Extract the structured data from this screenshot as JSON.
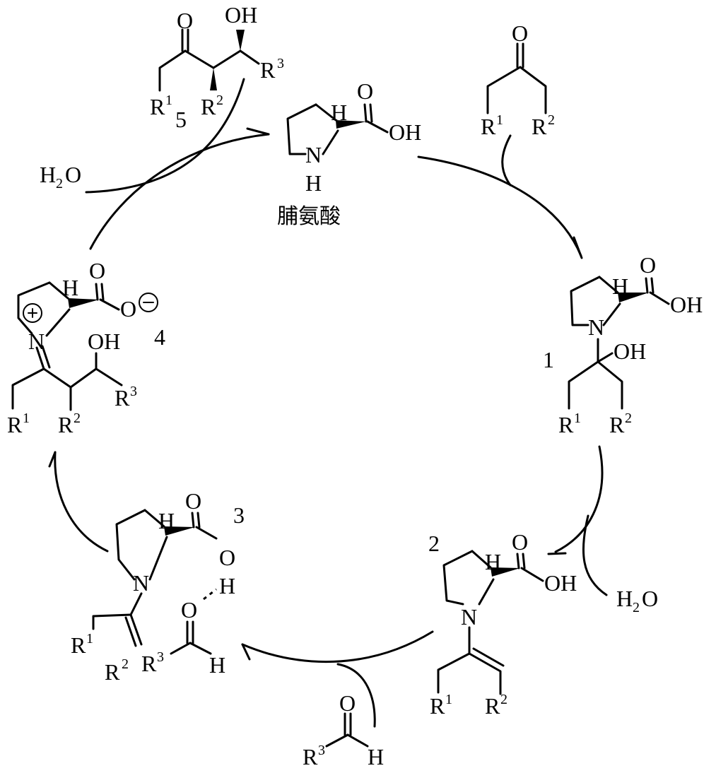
{
  "catalyst": {
    "name": "脯氨酸",
    "nh_n": "N",
    "nh_h": "H",
    "alpha_h": "H",
    "acid_o": "O",
    "acid_oh": "OH"
  },
  "ketone": {
    "o": "O",
    "r1": "R",
    "r1_sup": "1",
    "r2": "R",
    "r2_sup": "2"
  },
  "int1": {
    "label": "1",
    "h": "H",
    "o": "O",
    "oh": "OH",
    "n": "N",
    "c_oh": "OH",
    "r1": "R",
    "r1_sup": "1",
    "r2": "R",
    "r2_sup": "2"
  },
  "water_out": {
    "h": "H",
    "sub": "2",
    "o": "O"
  },
  "int2": {
    "label": "2",
    "h": "H",
    "o": "O",
    "oh": "OH",
    "n": "N",
    "r1": "R",
    "r1_sup": "1",
    "r2": "R",
    "r2_sup": "2"
  },
  "aldehyde": {
    "o": "O",
    "r3": "R",
    "r3_sup": "3",
    "h": "H"
  },
  "int3": {
    "label": "3",
    "h": "H",
    "o1": "O",
    "o2": "O",
    "oh_h": "H",
    "n": "N",
    "ald_o": "O",
    "r1": "R",
    "r1_sup": "1",
    "r2": "R",
    "r2_sup": "2",
    "r3": "R",
    "r3_sup": "3",
    "ald_h": "H"
  },
  "int4": {
    "label": "4",
    "h": "H",
    "o": "O",
    "o_minus": "O",
    "n": "N",
    "oh": "OH",
    "r1": "R",
    "r1_sup": "1",
    "r2": "R",
    "r2_sup": "2",
    "r3": "R",
    "r3_sup": "3"
  },
  "water_in": {
    "h": "H",
    "sub": "2",
    "o": "O"
  },
  "product": {
    "label": "5",
    "o": "O",
    "oh": "OH",
    "r1": "R",
    "r1_sup": "1",
    "r2": "R",
    "r2_sup": "2",
    "r3": "R",
    "r3_sup": "3"
  }
}
